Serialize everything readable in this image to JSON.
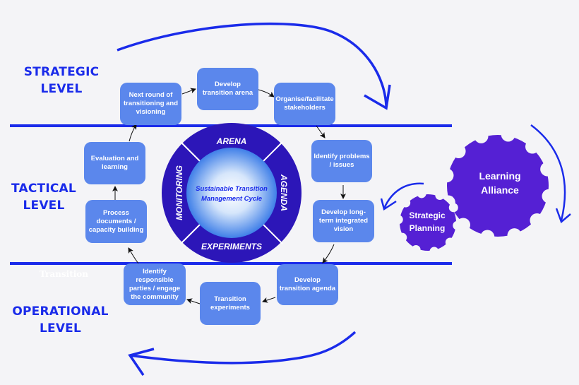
{
  "levels": {
    "strategic": [
      "STRATEGIC",
      "LEVEL"
    ],
    "tactical": [
      "TACTICAL",
      "LEVEL"
    ],
    "operational": [
      "OPERATIONAL",
      "LEVEL"
    ]
  },
  "steps": [
    {
      "id": "next-round",
      "label": "Next round of transitioning and visioning"
    },
    {
      "id": "develop-arena",
      "label": "Develop transition arena"
    },
    {
      "id": "organise",
      "label": "Organise/facilitate stakeholders"
    },
    {
      "id": "identify-problems",
      "label": "Identify problems / issues"
    },
    {
      "id": "long-term-vision",
      "label": "Develop long-term integrated vision"
    },
    {
      "id": "transition-agenda",
      "label": "Develop transition agenda"
    },
    {
      "id": "transition-experiments",
      "label": "Transition experiments"
    },
    {
      "id": "identify-parties",
      "label": "Identify responsible parties / engage the community"
    },
    {
      "id": "process-documents",
      "label": "Process documents / capacity building"
    },
    {
      "id": "evaluation",
      "label": "Evaluation and learning"
    }
  ],
  "cycle": {
    "center_line1": "Sustainable Transition",
    "center_line2": "Management Cycle",
    "segments": [
      "ARENA",
      "AGENDA",
      "EXPERIMENTS",
      "MONITORING"
    ]
  },
  "gears": {
    "large": [
      "Learning",
      "Alliance"
    ],
    "small": [
      "Strategic",
      "Planning"
    ]
  },
  "ghost_label": "Transition",
  "colors": {
    "level_text": "#1a2bea",
    "box_fill": "#5b87ec",
    "ring_fill": "#2c16b8",
    "gear_fill": "#5520d4",
    "background": "#f4f4f7"
  }
}
